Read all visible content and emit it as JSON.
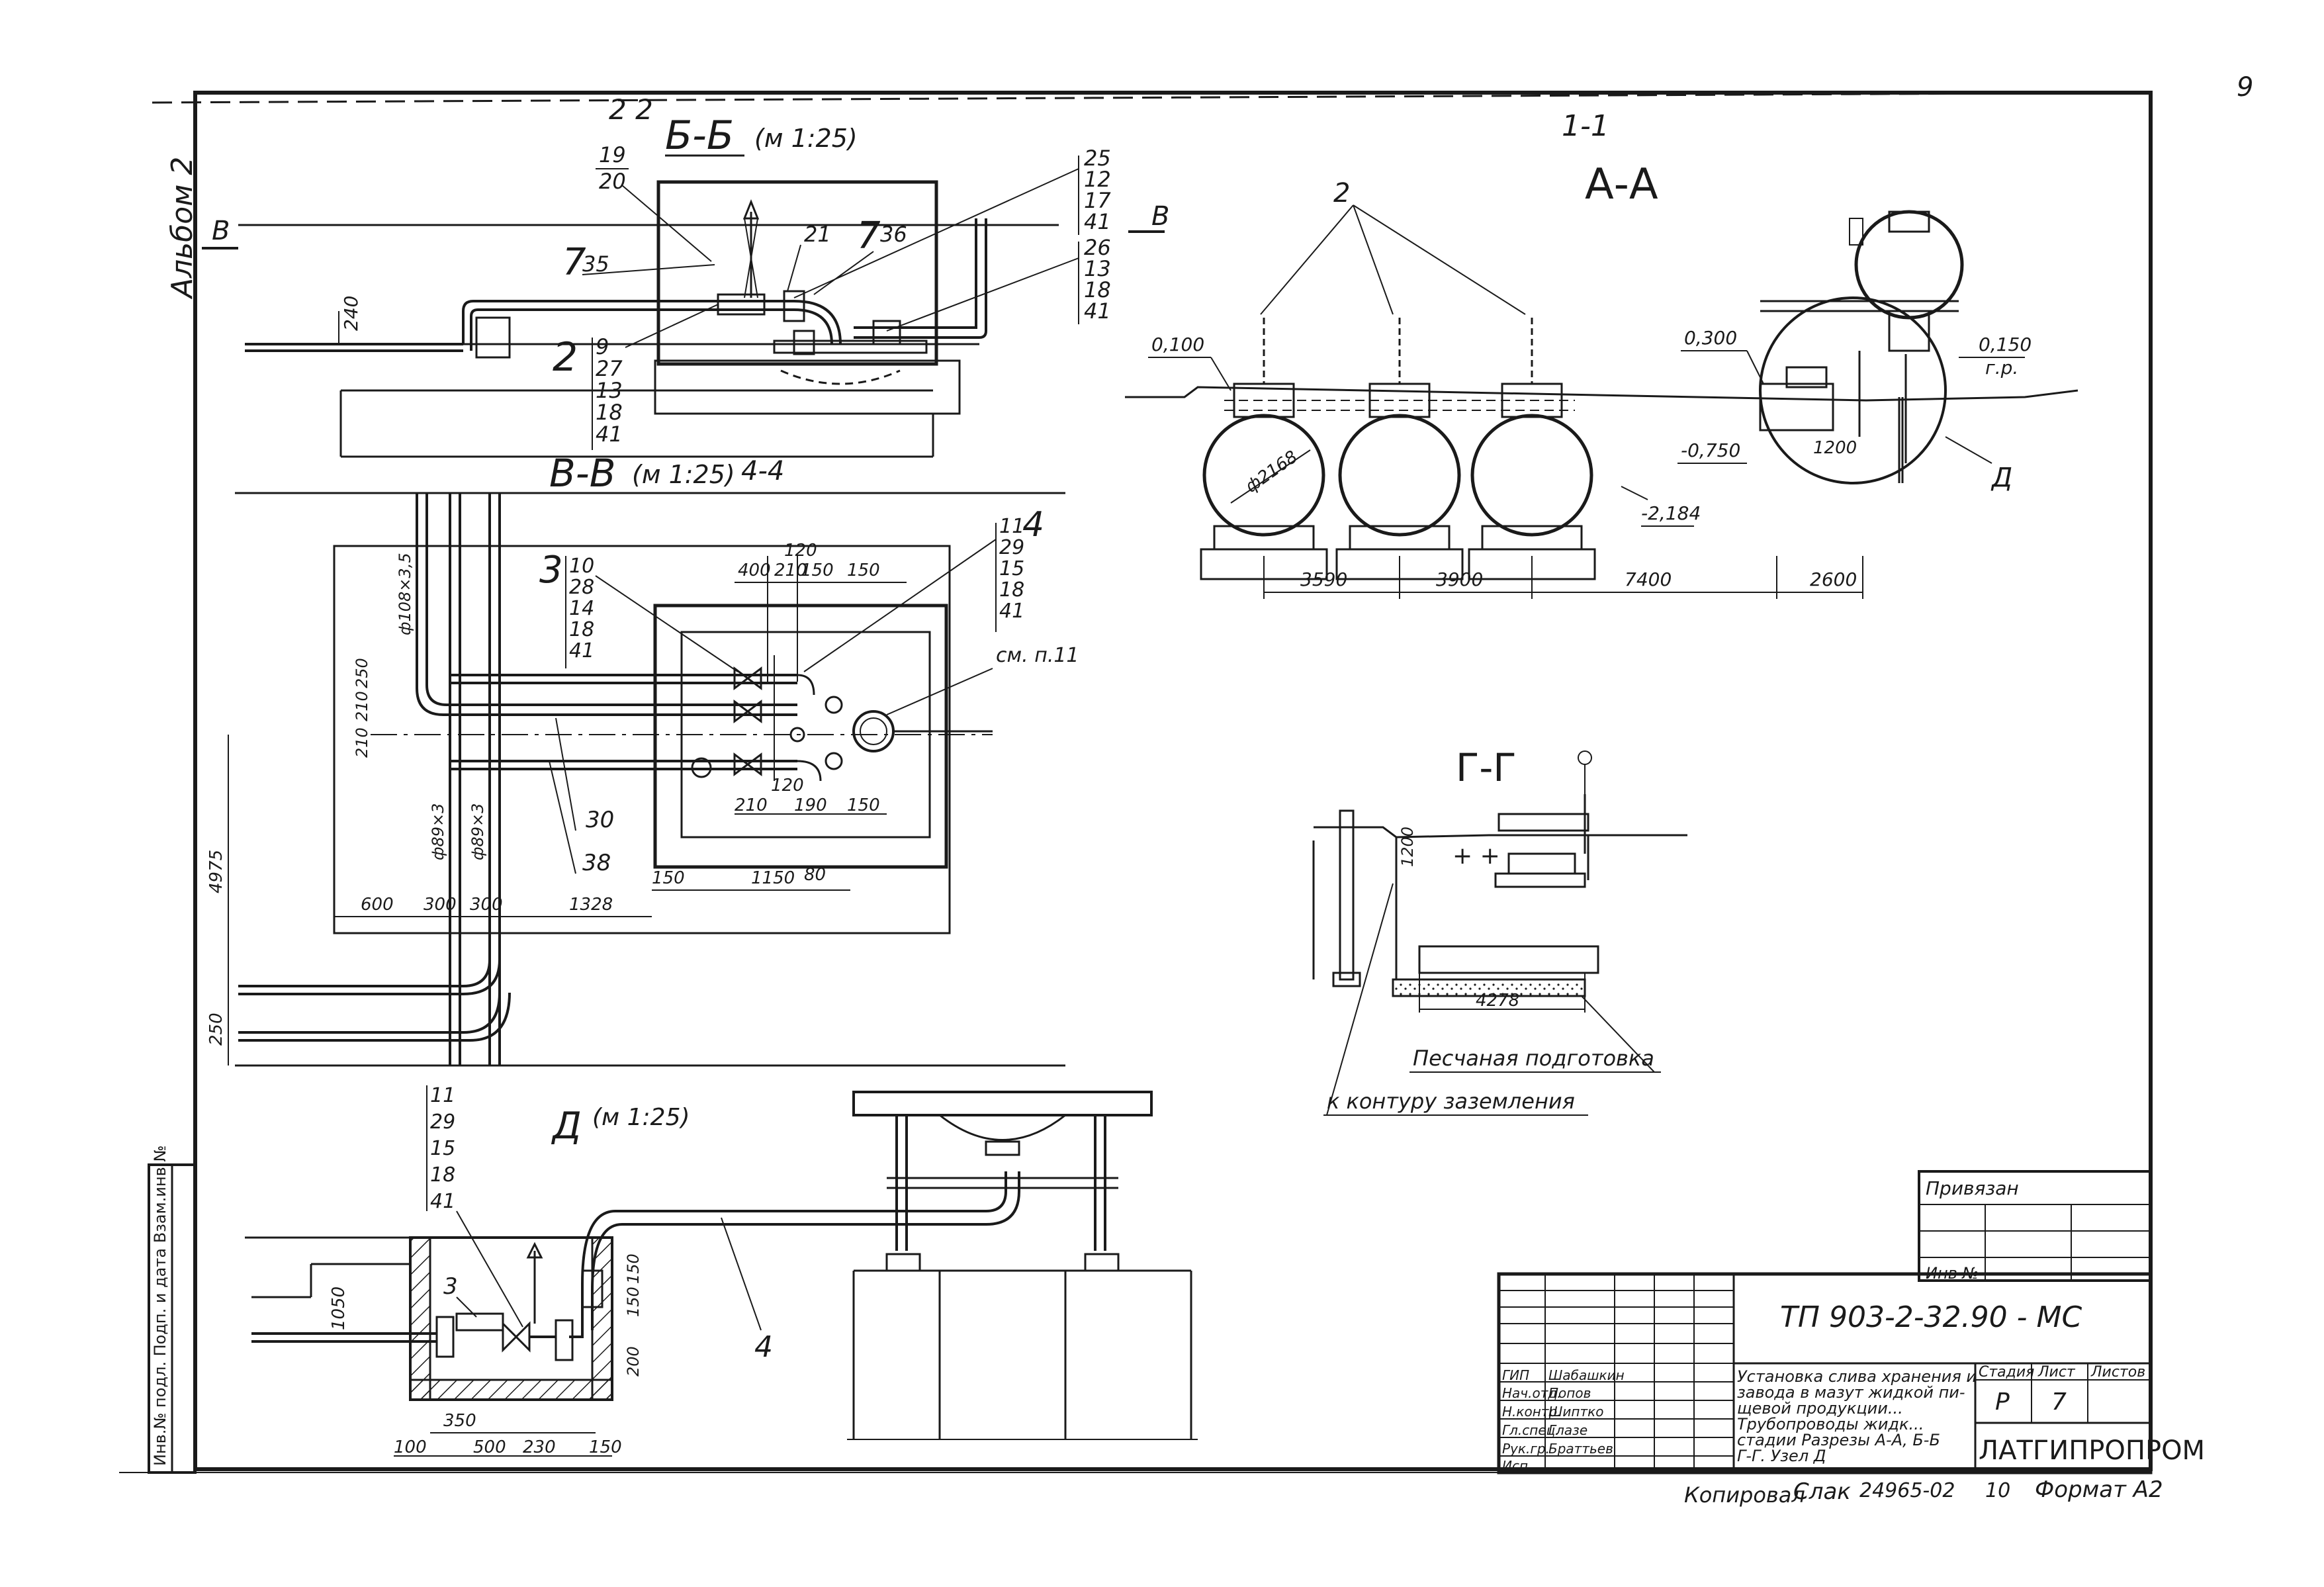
{
  "page_number": "9",
  "album_label": "Альбом 2",
  "sections": {
    "bb": {
      "title": "Б-Б",
      "scale": "(м 1:25)",
      "pre_mark": "2 2"
    },
    "vv": {
      "title": "В-В",
      "scale": "(м 1:25)",
      "mark": "4-4"
    },
    "aa": {
      "title": "А-А",
      "pre_mark": "1-1"
    },
    "gg": {
      "title": "Г-Г"
    },
    "d": {
      "title": "Д",
      "scale": "(м 1:25)"
    }
  },
  "view_marks": {
    "b1": "В",
    "b2": "В"
  },
  "callouts": {
    "bb_top": [
      "19",
      "20"
    ],
    "bb_right": [
      "25",
      "12",
      "17",
      "41"
    ],
    "bb_right2": [
      "26",
      "13",
      "18",
      "41"
    ],
    "bb_left": [
      "9",
      "27",
      "13",
      "18",
      "41"
    ],
    "bb_item21": "21",
    "bb_item35": "35",
    "bb_item36": "36",
    "bb_mark7a": "7",
    "bb_mark7b": "7",
    "bb_mark2": "2",
    "vv_left": [
      "10",
      "28",
      "14",
      "18",
      "41"
    ],
    "vv_left_mark": "3",
    "vv_right": [
      "11",
      "29",
      "15",
      "18",
      "41"
    ],
    "vv_right_mark": "4",
    "vv_item30": "30",
    "vv_item38": "38",
    "vv_item80": "80",
    "vv_see": "см. п.11",
    "aa_item2": "2",
    "d_callout": [
      "11",
      "29",
      "15",
      "18",
      "41"
    ],
    "d_item3": "3",
    "d_item4": "4"
  },
  "dims": {
    "bb_240": "240",
    "vv_top": [
      "400",
      "210",
      "120",
      "150",
      "150"
    ],
    "vv_bottom": [
      "210",
      "120",
      "190",
      "150"
    ],
    "vv_150": "150",
    "vv_1150": "1150",
    "vv_1328": "1328",
    "vv_600": "600",
    "vv_300a": "300",
    "vv_300b": "300",
    "vv_4975": "4975",
    "vv_250": "250",
    "vv_210": "210",
    "vv_210b": "210",
    "vv_250b": "250",
    "vv_pipe1": "ф108×3,5",
    "vv_pipe2": "ф89×3",
    "vv_pipe3": "ф89×3",
    "aa_0100": "0,100",
    "aa_0300": "0,300",
    "aa_0150": "0,150",
    "aa_gr": "г.р.",
    "aa_m0750": "-0,750",
    "aa_1200": "1200",
    "aa_m2184": "-2,184",
    "aa_diam": "ф2168",
    "aa_spans": [
      "3590",
      "3900",
      "7400",
      "2600"
    ],
    "aa_mark_d": "Д",
    "gg_1200": "1200",
    "gg_4278": "4278",
    "d_1050": "1050",
    "d_150a": "150",
    "d_150b": "150",
    "d_200": "200",
    "d_bottom": [
      "100",
      "350",
      "500",
      "230",
      "150"
    ]
  },
  "gg_notes": {
    "sand": "Песчаная подготовка",
    "ground": "к контуру заземления"
  },
  "title_block": {
    "binding": "Привязан",
    "inv_no": "Инв №",
    "code": "ТП 903-2-32.90 - МС",
    "description_lines": [
      "Установка слива хранения и",
      "завода в мазут жидкой пи-",
      "щевой продукции...",
      "Трубопроводы жидк...",
      "стадии Разрезы А-А, Б-Б",
      "Г-Г. Узел Д"
    ],
    "stage_header": "Стадия",
    "sheet_header": "Лист",
    "sheets_header": "Листов",
    "stage": "Р",
    "sheet": "7",
    "org": "ЛАТГИПРОПРОМ",
    "roles": [
      "ГИП",
      "Нач.отд.",
      "Н.контр.",
      "Гл.спец.",
      "Рук.гр.",
      "Исп."
    ],
    "names": [
      "Шабашкин",
      "Попов",
      "Шиптко",
      "Глазе",
      "Браттьев",
      ""
    ],
    "left_strip": "Инв.№ подл. Подп. и дата Взам.инв.№",
    "copied": "Копировал",
    "copied_sig": "Слак",
    "order_no": "24965-02",
    "sheet_pos": "10",
    "format": "Формат А2"
  }
}
